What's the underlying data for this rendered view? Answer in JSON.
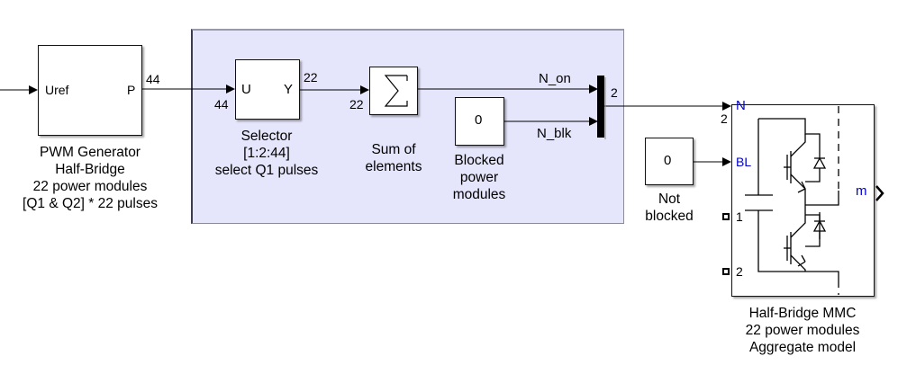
{
  "pwm": {
    "in_port": "Uref",
    "out_port": "P",
    "out_width": "44",
    "label_lines": [
      "PWM Generator",
      "Half-Bridge",
      "22 power modules",
      "[Q1 & Q2] * 22 pulses"
    ]
  },
  "selector": {
    "in_port": "U",
    "out_port": "Y",
    "in_width": "44",
    "out_width": "22",
    "label_lines": [
      "Selector",
      "[1:2:44]",
      "select Q1 pulses"
    ]
  },
  "sum": {
    "symbol": "∑",
    "in_width": "22",
    "label_lines": [
      "Sum of",
      "elements"
    ]
  },
  "blocked_const": {
    "value": "0",
    "label_lines": [
      "Blocked",
      "power",
      "modules"
    ]
  },
  "signals": {
    "n_on": "N_on",
    "n_blk": "N_blk",
    "mux_out_width": "2",
    "mmc_n_width": "2"
  },
  "not_blocked_const": {
    "value": "0",
    "label_lines": [
      "Not",
      "blocked"
    ]
  },
  "mmc": {
    "ports": {
      "n": "N",
      "bl": "BL",
      "p1": "1",
      "p2": "2",
      "m": "m"
    },
    "label_lines": [
      "Half-Bridge MMC",
      "22 power modules",
      "Aggregate model"
    ]
  },
  "colors": {
    "area_bg": "#e5e5fb",
    "port_blue": "#0000cc"
  }
}
